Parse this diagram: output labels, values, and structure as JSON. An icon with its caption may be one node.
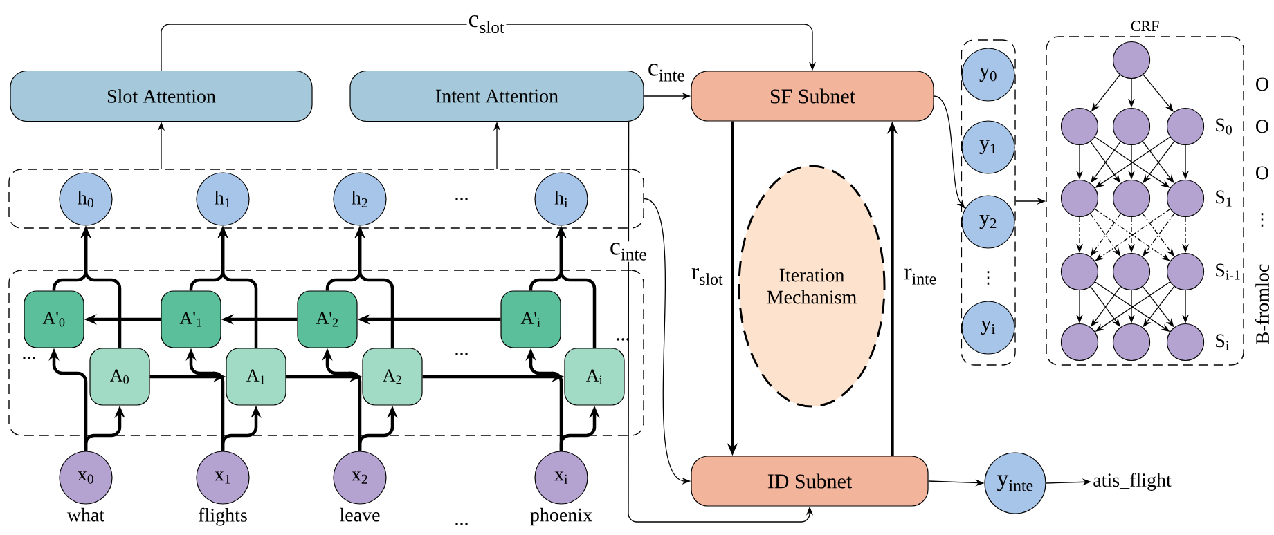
{
  "diagram": {
    "nodes": [
      {
        "text": [
          "Slot Attention"
        ]
      },
      {
        "text": [
          "Intent Attention"
        ]
      },
      {
        "text": [
          "SF Subnet"
        ]
      },
      {
        "text": [],
        "shape": "box"
      },
      {
        "text": [
          "CRF"
        ]
      },
      {
        "text": [],
        "shape": "circle",
        "in": 4
      },
      {
        "text": [],
        "shape": "box"
      },
      {
        "text": [
          "h$_{0}$"
        ],
        "in": 6
      },
      {
        "text": [
          "h$_{1}$"
        ],
        "in": 6
      },
      {
        "text": [
          "h$_{2}$"
        ],
        "in": 6
      },
      {
        "text": [
          "h$_{i}$"
        ],
        "in": 6
      },
      {
        "text": [
          "y$_{0}$"
        ],
        "in": 3
      },
      {
        "text": [
          "y$_{1}$"
        ],
        "in": 3
      },
      {
        "text": [
          "y$_{2}$"
        ],
        "in": 3
      },
      {
        "text": [
          "y$_{i}$"
        ],
        "in": 3
      },
      {
        "text": [],
        "shape": "circle",
        "in": 4
      },
      {
        "text": [],
        "shape": "circle",
        "in": 4
      },
      {
        "text": [],
        "shape": "circle",
        "in": 4,
        "beside": [
          "S$_{0}$"
        ]
      },
      {
        "text": [],
        "shape": "circle",
        "in": 4
      },
      {
        "text": [],
        "shape": "circle",
        "in": 4
      },
      {
        "text": [],
        "shape": "circle",
        "in": 4,
        "beside": [
          "S$_{1}$"
        ]
      },
      {
        "text": [
          "Iteration Mechanism"
        ]
      },
      {
        "text": [],
        "shape": "circle",
        "in": 4
      },
      {
        "text": [],
        "shape": "circle",
        "in": 4
      },
      {
        "text": [],
        "shape": "circle",
        "in": 4,
        "beside": [
          "S$_{i-1}$"
        ]
      },
      {
        "text": [],
        "shape": "circle",
        "in": 4
      },
      {
        "text": [],
        "shape": "circle",
        "in": 4
      },
      {
        "text": [],
        "shape": "circle",
        "in": 4,
        "beside": [
          "S$_{i}$"
        ]
      },
      {
        "text": [],
        "shape": "box"
      },
      {
        "text": [
          "A'$_{0}$"
        ],
        "in": 28
      },
      {
        "text": [
          "A'$_{1}$"
        ],
        "in": 28
      },
      {
        "text": [
          "A'$_{2}$"
        ],
        "in": 28
      },
      {
        "text": [
          "A'$_{i}$"
        ],
        "in": 28
      },
      {
        "text": [
          "A$_{0}$"
        ],
        "in": 28
      },
      {
        "text": [
          "A$_{1}$"
        ],
        "in": 28
      },
      {
        "text": [
          "A$_{2}$"
        ],
        "in": 28
      },
      {
        "text": [
          "A$_{i}$"
        ],
        "in": 28
      },
      {
        "text": [
          "x$_{0}$"
        ],
        "beside": [
          "what"
        ]
      },
      {
        "text": [
          "x$_{1}$"
        ],
        "beside": [
          "flights"
        ]
      },
      {
        "text": [
          "x$_{2}$"
        ],
        "beside": [
          "leave"
        ]
      },
      {
        "text": [
          "x$_{i}$"
        ],
        "beside": [
          "phoenix"
        ]
      },
      {
        "text": [
          "ID Subnet"
        ]
      },
      {
        "text": [
          "y$_{inte}$"
        ]
      },
      {
        "text": [
          "atis_flight"
        ]
      }
    ],
    "edges": [
      {
        "from": 0,
        "to": 2,
        "arrow": "to",
        "label": "c$_{slot}$"
      },
      {
        "from": 1,
        "to": 2,
        "arrow": "to",
        "label": "c$_{inte}$"
      },
      {
        "from": 1,
        "to": 41,
        "arrow": "to",
        "label": "c$_{inte}$"
      },
      {
        "from": 6,
        "to": 0,
        "arrow": "to"
      },
      {
        "from": 6,
        "to": 1,
        "arrow": "to"
      },
      {
        "from": 6,
        "to": 41,
        "arrow": "to"
      },
      {
        "from": 2,
        "to": 41,
        "arrow": "to",
        "label": "r$_{slot}$",
        "style": "thick"
      },
      {
        "from": 41,
        "to": 2,
        "arrow": "to",
        "label": "r$_{inte}$",
        "style": "thick"
      },
      {
        "from": 2,
        "to": 13,
        "arrow": "to"
      },
      {
        "from": 3,
        "to": 4,
        "arrow": "to"
      },
      {
        "from": 41,
        "to": 42,
        "arrow": "to"
      },
      {
        "from": 42,
        "to": 43,
        "arrow": "to"
      },
      {
        "from": 37,
        "to": 29,
        "arrow": "to",
        "style": "thick"
      },
      {
        "from": 38,
        "to": 30,
        "arrow": "to",
        "style": "thick"
      },
      {
        "from": 39,
        "to": 31,
        "arrow": "to",
        "style": "thick"
      },
      {
        "from": 40,
        "to": 32,
        "arrow": "to",
        "style": "thick"
      },
      {
        "from": 37,
        "to": 33,
        "arrow": "to",
        "style": "thick"
      },
      {
        "from": 38,
        "to": 34,
        "arrow": "to",
        "style": "thick"
      },
      {
        "from": 39,
        "to": 35,
        "arrow": "to",
        "style": "thick"
      },
      {
        "from": 40,
        "to": 36,
        "arrow": "to",
        "style": "thick"
      },
      {
        "from": 29,
        "to": 7,
        "arrow": "to",
        "style": "thick"
      },
      {
        "from": 30,
        "to": 8,
        "arrow": "to",
        "style": "thick"
      },
      {
        "from": 31,
        "to": 9,
        "arrow": "to",
        "style": "thick"
      },
      {
        "from": 32,
        "to": 10,
        "arrow": "to",
        "style": "thick"
      },
      {
        "from": 33,
        "to": 7,
        "arrow": "to",
        "style": "thick"
      },
      {
        "from": 34,
        "to": 8,
        "arrow": "to",
        "style": "thick"
      },
      {
        "from": 35,
        "to": 9,
        "arrow": "to",
        "style": "thick"
      },
      {
        "from": 36,
        "to": 10,
        "arrow": "to",
        "style": "thick"
      },
      {
        "from": 33,
        "to": 34,
        "arrow": "to",
        "style": "thick"
      },
      {
        "from": 34,
        "to": 35,
        "arrow": "to",
        "style": "thick"
      },
      {
        "from": 35,
        "to": 36,
        "arrow": "to",
        "style": "thick"
      },
      {
        "from": 32,
        "to": 31,
        "arrow": "to",
        "style": "thick"
      },
      {
        "from": 31,
        "to": 30,
        "arrow": "to",
        "style": "thick"
      },
      {
        "from": 30,
        "to": 29,
        "arrow": "to",
        "style": "thick"
      },
      {
        "from": 5,
        "to": 15,
        "arrow": "to"
      },
      {
        "from": 5,
        "to": 16,
        "arrow": "to"
      },
      {
        "from": 5,
        "to": 17,
        "arrow": "to"
      },
      {
        "from": 15,
        "to": 18,
        "arrow": "to"
      },
      {
        "from": 15,
        "to": 19,
        "arrow": "to"
      },
      {
        "from": 15,
        "to": 20,
        "arrow": "to"
      },
      {
        "from": 16,
        "to": 18,
        "arrow": "to"
      },
      {
        "from": 16,
        "to": 19,
        "arrow": "to"
      },
      {
        "from": 16,
        "to": 20,
        "arrow": "to"
      },
      {
        "from": 17,
        "to": 18,
        "arrow": "to"
      },
      {
        "from": 17,
        "to": 19,
        "arrow": "to"
      },
      {
        "from": 17,
        "to": 20,
        "arrow": "to"
      },
      {
        "from": 18,
        "to": 22,
        "arrow": "to",
        "style": "dashed"
      },
      {
        "from": 18,
        "to": 23,
        "arrow": "to",
        "style": "dashed"
      },
      {
        "from": 18,
        "to": 24,
        "arrow": "to",
        "style": "dashed"
      },
      {
        "from": 19,
        "to": 22,
        "arrow": "to",
        "style": "dashed"
      },
      {
        "from": 19,
        "to": 23,
        "arrow": "to",
        "style": "dashed"
      },
      {
        "from": 19,
        "to": 24,
        "arrow": "to",
        "style": "dashed"
      },
      {
        "from": 20,
        "to": 22,
        "arrow": "to",
        "style": "dashed"
      },
      {
        "from": 20,
        "to": 23,
        "arrow": "to",
        "style": "dashed"
      },
      {
        "from": 20,
        "to": 24,
        "arrow": "to",
        "style": "dashed"
      },
      {
        "from": 22,
        "to": 25,
        "arrow": "to"
      },
      {
        "from": 22,
        "to": 26,
        "arrow": "to"
      },
      {
        "from": 22,
        "to": 27,
        "arrow": "to"
      },
      {
        "from": 23,
        "to": 25,
        "arrow": "to"
      },
      {
        "from": 23,
        "to": 26,
        "arrow": "to"
      },
      {
        "from": 23,
        "to": 27,
        "arrow": "to"
      },
      {
        "from": 24,
        "to": 25,
        "arrow": "to"
      },
      {
        "from": 24,
        "to": 26,
        "arrow": "to"
      },
      {
        "from": 24,
        "to": 27,
        "arrow": "to"
      }
    ],
    "labels": [
      "...",
      "...",
      "...",
      "...",
      "...",
      "⋮",
      "O",
      "O",
      "O",
      "⋮",
      "B-fromloc"
    ]
  }
}
